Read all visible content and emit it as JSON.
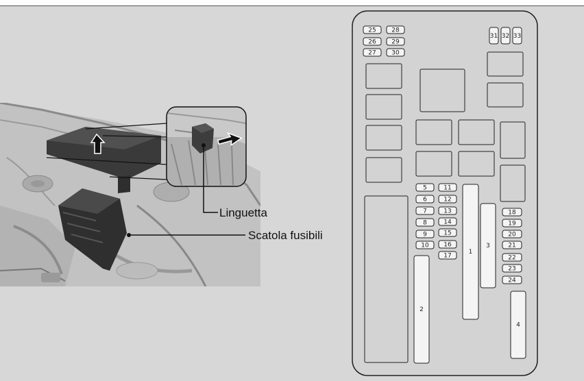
{
  "labels": {
    "tab": "Linguetta",
    "fuse_box": "Scatola fusibili"
  },
  "fuses": {
    "small": [
      "25",
      "26",
      "27",
      "28",
      "29",
      "30",
      "31",
      "32",
      "33",
      "5",
      "6",
      "7",
      "8",
      "9",
      "10",
      "11",
      "12",
      "13",
      "14",
      "15",
      "16",
      "17",
      "18",
      "19",
      "20",
      "21",
      "22",
      "23",
      "24"
    ],
    "large": [
      "1",
      "2",
      "3",
      "4"
    ]
  }
}
